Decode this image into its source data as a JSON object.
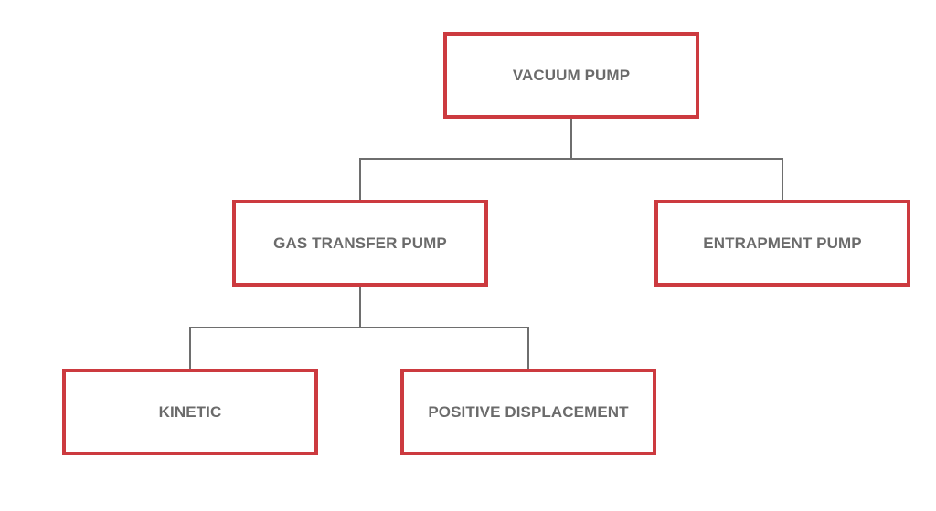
{
  "colors": {
    "node_border": "#cc3a3f",
    "node_text": "#6b6b6b",
    "connector": "#6e6e6e",
    "background": "#ffffff"
  },
  "nodes": {
    "vacuum_pump": "VACUUM PUMP",
    "gas_transfer_pump": "GAS TRANSFER PUMP",
    "entrapment_pump": "ENTRAPMENT PUMP",
    "kinetic": "KINETIC",
    "positive_displacement": "POSITIVE DISPLACEMENT"
  },
  "edges": [
    {
      "from": "vacuum_pump",
      "to": "gas_transfer_pump"
    },
    {
      "from": "vacuum_pump",
      "to": "entrapment_pump"
    },
    {
      "from": "gas_transfer_pump",
      "to": "kinetic"
    },
    {
      "from": "gas_transfer_pump",
      "to": "positive_displacement"
    }
  ]
}
